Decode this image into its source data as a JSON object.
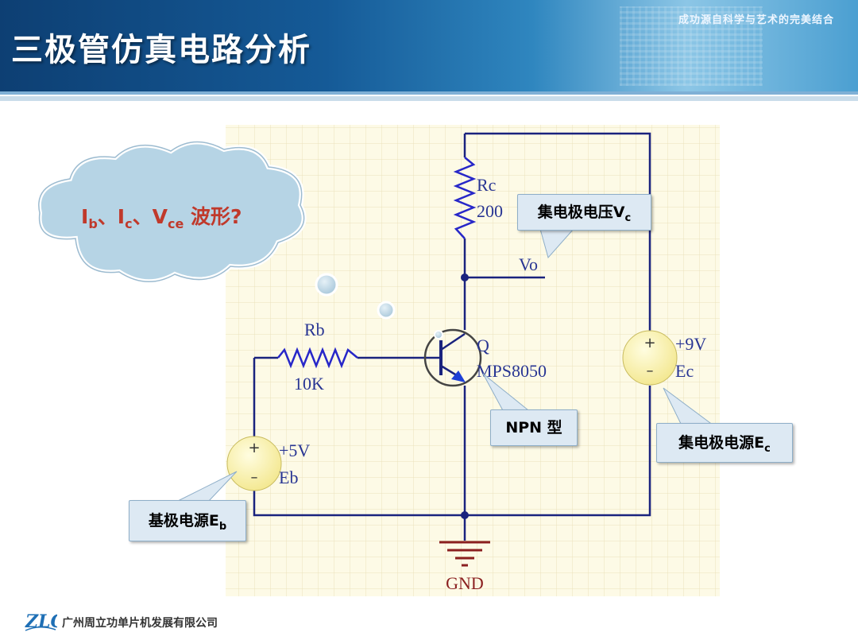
{
  "header": {
    "title": "三极管仿真电路分析",
    "slogan": "成功源自科学与艺术的完美结合"
  },
  "cloud": {
    "I1": "I",
    "s1": "b",
    "sep1": "、",
    "I2": "I",
    "s2": "c",
    "sep2": "、",
    "V": "V",
    "s3": "ce",
    "tail": " 波形?"
  },
  "circuit": {
    "rc_name": "Rc",
    "rc_value": "200",
    "vo_label": "Vo",
    "rb_name": "Rb",
    "rb_value": "10K",
    "q_name": "Q",
    "q_model": "MPS8050",
    "ec_voltage": "+9V",
    "ec_name": "Ec",
    "eb_voltage": "+5V",
    "eb_name": "Eb",
    "plus": "+",
    "minus": "–",
    "gnd_label": "GND"
  },
  "callouts": {
    "vc": {
      "text": "集电极电压V",
      "sub": "c"
    },
    "npn": {
      "text": "NPN 型"
    },
    "ec": {
      "text": "集电极电源E",
      "sub": "c"
    },
    "eb": {
      "text": "基极电源E",
      "sub": "b"
    }
  },
  "footer": {
    "logo_text": "ZLG",
    "company": "广州周立功单片机发展有限公司"
  },
  "colors": {
    "wire": "#1a237e",
    "resistor": "#2727c8",
    "grid_bg": "#fdfae6",
    "grid_line": "#eae2bc",
    "source_fill": "#fbf6bb",
    "label_blue": "#283593",
    "label_red": "#8b2020"
  }
}
